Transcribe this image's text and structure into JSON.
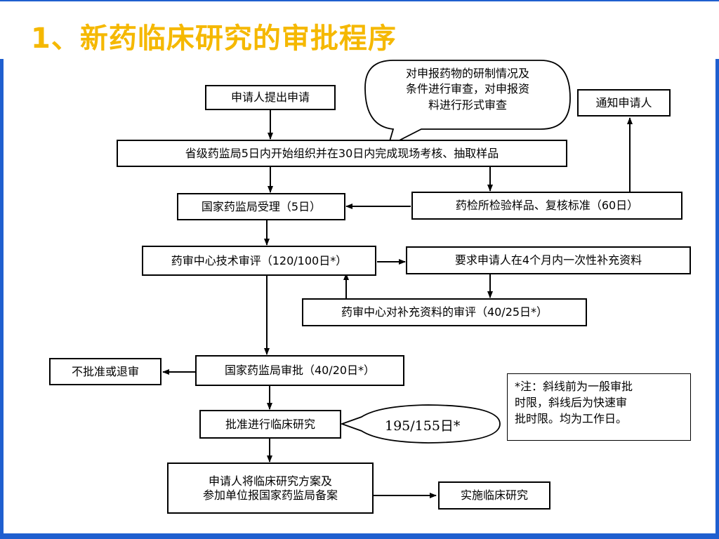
{
  "slide": {
    "title": "1、新药临床研究的审批程序"
  },
  "diagram": {
    "nodes": {
      "apply": "申请人提出申请",
      "province": "省级药监局5日内开始组织并在30日内完成现场考核、抽取样品",
      "notify": "通知申请人",
      "accept": "国家药监局受理（5日）",
      "inspect": "药检所检验样品、复核标准（60日）",
      "tech_review": "药审中心技术审评（120/100日*）",
      "supplement": "要求申请人在4个月内一次性补充资料",
      "supp_review": "药审中心对补充资料的审评（40/25日*）",
      "reject": "不批准或退审",
      "approve_review": "国家药监局审批（40/20日*）",
      "approve_clinical": "批准进行临床研究",
      "filing": "申请人将临床研究方案及\n参加单位报国家药监局备案",
      "implement": "实施临床研究"
    },
    "bubble_note": "对申报药物的研制情况及\n条件进行审查，对申报资\n料进行形式审查",
    "ellipse_note": "195/155日*",
    "footnote": "*注：斜线前为一般审批\n时限，斜线后为快速审\n批时限。均为工作日。"
  },
  "theme": {
    "title_color": "#f5b800",
    "border_color": "#1f5fcf"
  }
}
